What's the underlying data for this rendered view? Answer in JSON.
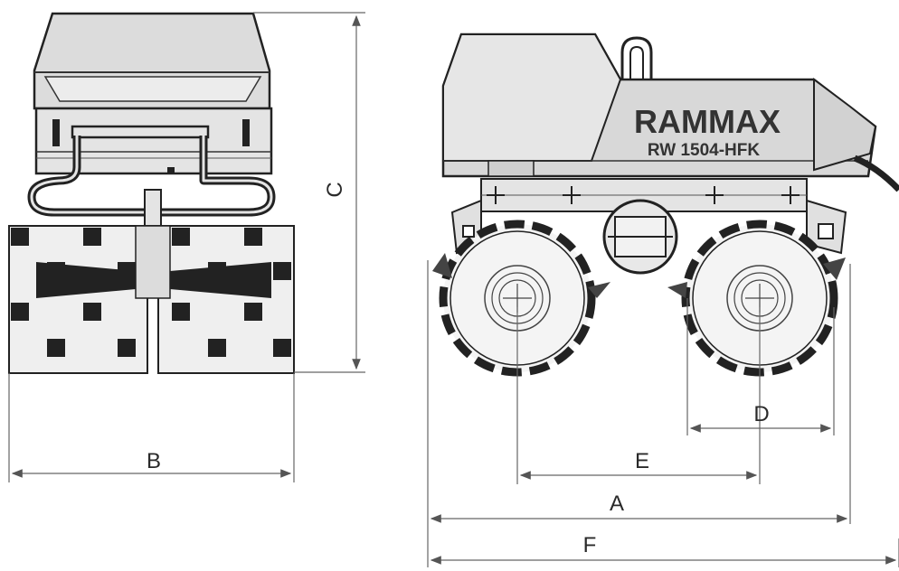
{
  "machine": {
    "brand": "RAMMAX",
    "model": "RW 1504-HFK"
  },
  "dimensions": {
    "a": "A",
    "b": "B",
    "c": "C",
    "d": "D",
    "e": "E",
    "f": "F"
  },
  "colors": {
    "line": "#222222",
    "dark": "#2b2b2b",
    "body": "#d9d9d9",
    "panel": "#e8e8e8"
  }
}
